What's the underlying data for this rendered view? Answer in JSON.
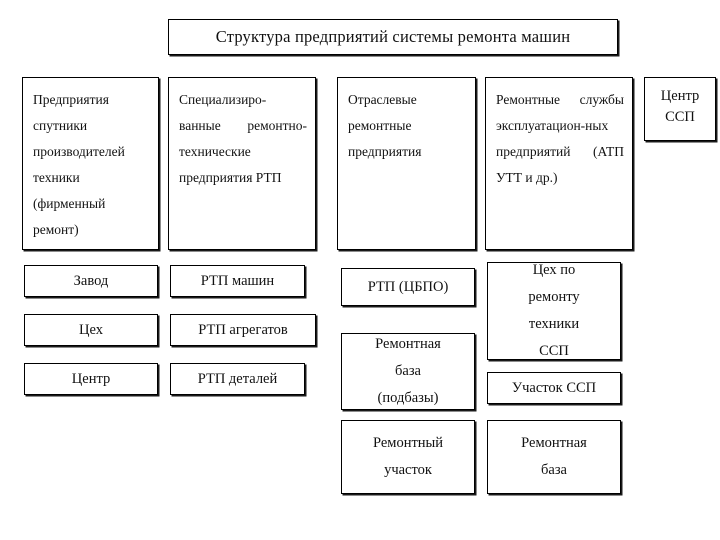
{
  "diagram": {
    "title": "Структура предприятий системы ремонта машин",
    "top_row": [
      {
        "label": "Предприятия спутники производителей техники (фирменный ремонт)"
      },
      {
        "label": "Специализиро-ванные ремонтно-технические предприятия РТП"
      },
      {
        "label": "Отраслевые ремонтные предприятия"
      },
      {
        "label": "Ремонтные службы эксплуатацион-ных предприятий (АТП УТТ и др.)"
      },
      {
        "label": "Центр\nССП"
      }
    ],
    "columns": [
      {
        "name": "column-1",
        "items": [
          {
            "label": "Завод"
          },
          {
            "label": "Цех"
          },
          {
            "label": "Центр"
          }
        ]
      },
      {
        "name": "column-2",
        "items": [
          {
            "label": "РТП машин"
          },
          {
            "label": "РТП агрегатов"
          },
          {
            "label": "РТП деталей"
          }
        ]
      },
      {
        "name": "column-3",
        "items": [
          {
            "label": "РТП (ЦБПО)"
          },
          {
            "label": "Ремонтная\nбаза\n(подбазы)"
          },
          {
            "label": "Ремонтный\nучасток"
          }
        ]
      },
      {
        "name": "column-4",
        "items": [
          {
            "label": "Цех по\nремонту\nтехники\nССП"
          },
          {
            "label": "Участок ССП"
          },
          {
            "label": "Ремонтная\nбаза"
          }
        ]
      }
    ],
    "colors": {
      "background": "#ffffff",
      "border": "#000000",
      "text": "#111111"
    }
  }
}
